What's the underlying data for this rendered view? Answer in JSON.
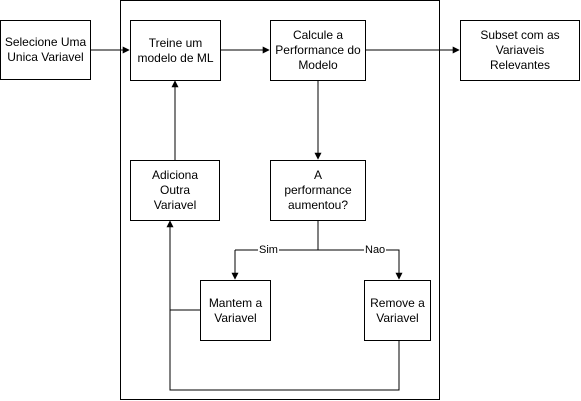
{
  "nodes": {
    "select_variable": "Selecione Uma\nUnica Variavel",
    "train_model": "Treine um\nmodelo de ML",
    "compute_performance": "Calcule a\nPerformance do\nModelo",
    "relevant_subset": "Subset com as\nVariaveis\nRelevantes",
    "add_variable": "Adiciona\nOutra\nVariavel",
    "performance_increased": "A\nperformance\naumentou?",
    "keep_variable": "Mantem a\nVariavel",
    "remove_variable": "Remove a\nVariavel"
  },
  "edges": {
    "yes": "Sim",
    "no": "Nao"
  }
}
